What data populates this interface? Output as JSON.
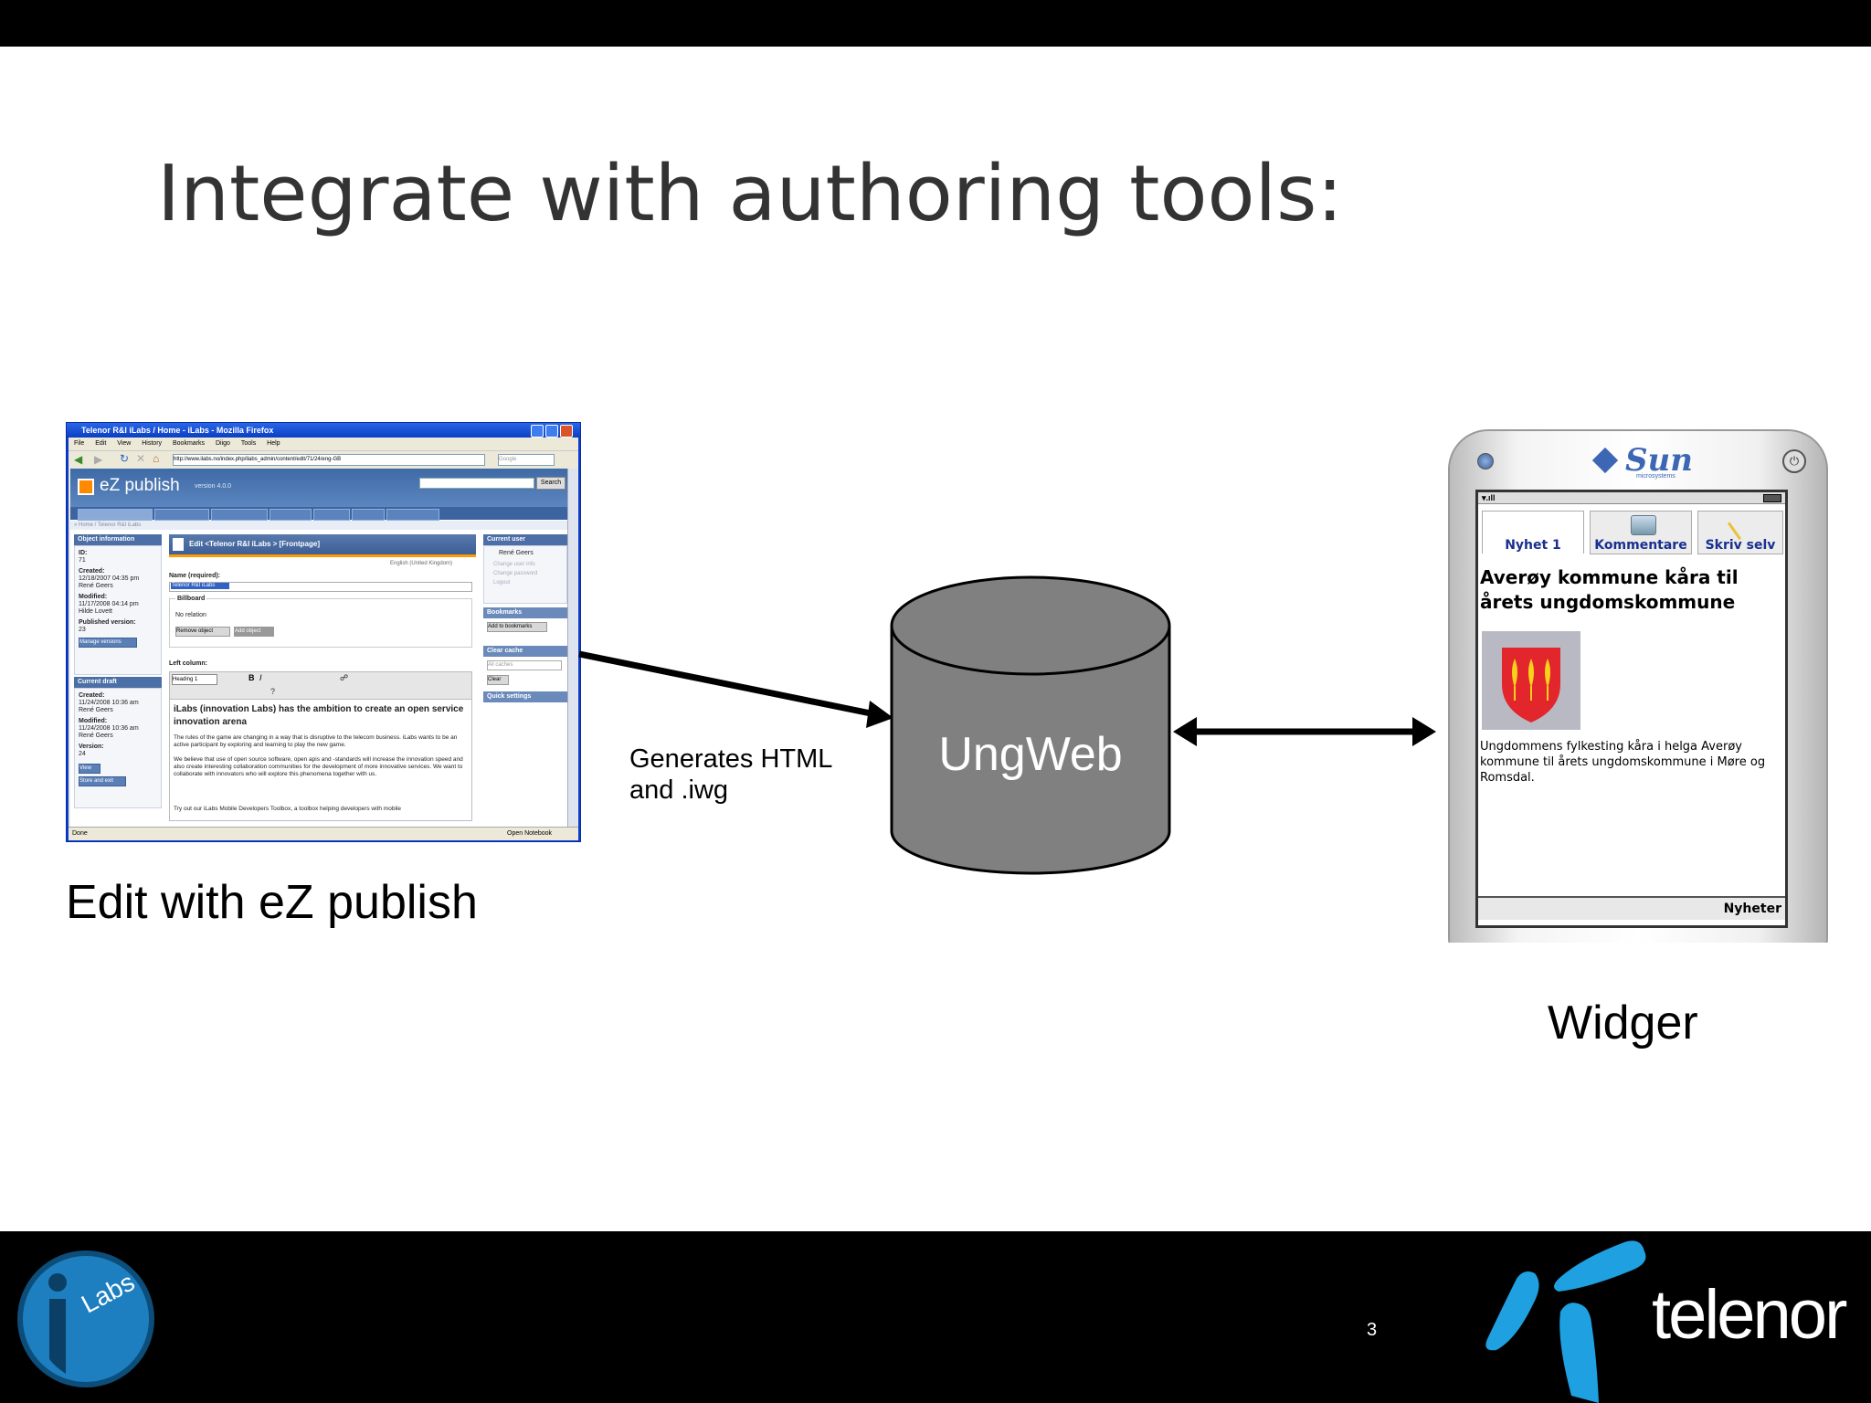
{
  "slide": {
    "title": "Integrate with authoring tools:",
    "page_number": "3",
    "captions": {
      "editor": "Edit with eZ publish",
      "generates_line1": "Generates HTML",
      "generates_line2": "and .iwg",
      "widget": "Widger"
    },
    "database_label": "UngWeb",
    "footer": {
      "left_logo": "Labs",
      "right_logo": "telenor",
      "brand_color": "#1fa0e0"
    }
  },
  "ez_screenshot": {
    "window_title": "Telenor R&I iLabs / Home - iLabs - Mozilla Firefox",
    "menu": [
      "File",
      "Edit",
      "View",
      "History",
      "Bookmarks",
      "Diigo",
      "Tools",
      "Help"
    ],
    "url": "http://www.ilabs.no/index.php/ilabs_admin/content/edit/71/24/eng-GB",
    "search_placeholder": "Google",
    "logo": "eZ publish",
    "version": "version 4.0.0",
    "search_button": "Search",
    "breadcrumb": "» Home / Telenor R&I iLabs",
    "object_info": {
      "header": "Object information",
      "id_label": "ID:",
      "id": "71",
      "created_label": "Created:",
      "created": "12/18/2007 04:35 pm",
      "created_by": "René Geers",
      "modified_label": "Modified:",
      "modified": "11/17/2008 04:14 pm",
      "modified_by": "Hilde Lovett",
      "published_label": "Published version:",
      "published": "23",
      "manage_button": "Manage versions"
    },
    "current_draft": {
      "header": "Current draft",
      "created_label": "Created:",
      "created": "11/24/2008 10:36 am",
      "created_by": "René Geers",
      "modified_label": "Modified:",
      "modified": "11/24/2008 10:36 am",
      "modified_by": "René Geers",
      "version_label": "Version:",
      "version": "24",
      "view_button": "View",
      "store_button": "Store and exit"
    },
    "edit": {
      "header": "Edit <Telenor R&I iLabs > [Frontpage]",
      "language": "English (United Kingdom)",
      "name_label": "Name (required):",
      "name_value": "Telenor R&I iLabs",
      "billboard_label": "Billboard",
      "no_relation": "No relation",
      "remove_button": "Remove object",
      "add_button": "Add object",
      "left_column_label": "Left column:",
      "heading_select": "Heading 1",
      "body_heading": "iLabs (innovation Labs) has the ambition to create an open service innovation arena",
      "p1": "The rules of the game are changing in a way that is disruptive to the telecom business. iLabs wants to be an active participant by exploring and learning to play the new game.",
      "p2": "We believe that use of open source software, open apis and -standards will increase the innovation speed and also create interesting collaboration communities for the development of more innovative services. We want to collaborate with innovators who will explore this phenomena together with us.",
      "p3": "Try out our iLabs Mobile Developers Toolbox, a toolbox helping developers with mobile"
    },
    "right_panel": {
      "current_user_header": "Current user",
      "user_name": "René Geers",
      "links": [
        "Change user info",
        "Change password",
        "Logout"
      ],
      "bookmarks_header": "Bookmarks",
      "add_bookmarks": "Add to bookmarks",
      "clear_cache_header": "Clear cache",
      "cache_select": "All caches",
      "clear_button": "Clear",
      "quick_settings_header": "Quick settings"
    },
    "status_left": "Done",
    "status_right": "Open Notebook"
  },
  "phone": {
    "brand": "Sun",
    "brand_sub": "microsystems",
    "tabs": [
      "Nyhet 1",
      "Kommentare",
      "Skriv selv"
    ],
    "headline": "Averøy kommune kåra til årets ungdomskommune",
    "body": "Ungdommens fylkesting kåra i helga Averøy kommune til årets ungdomskommune i Møre og Romsdal.",
    "softkey": "Nyheter"
  }
}
